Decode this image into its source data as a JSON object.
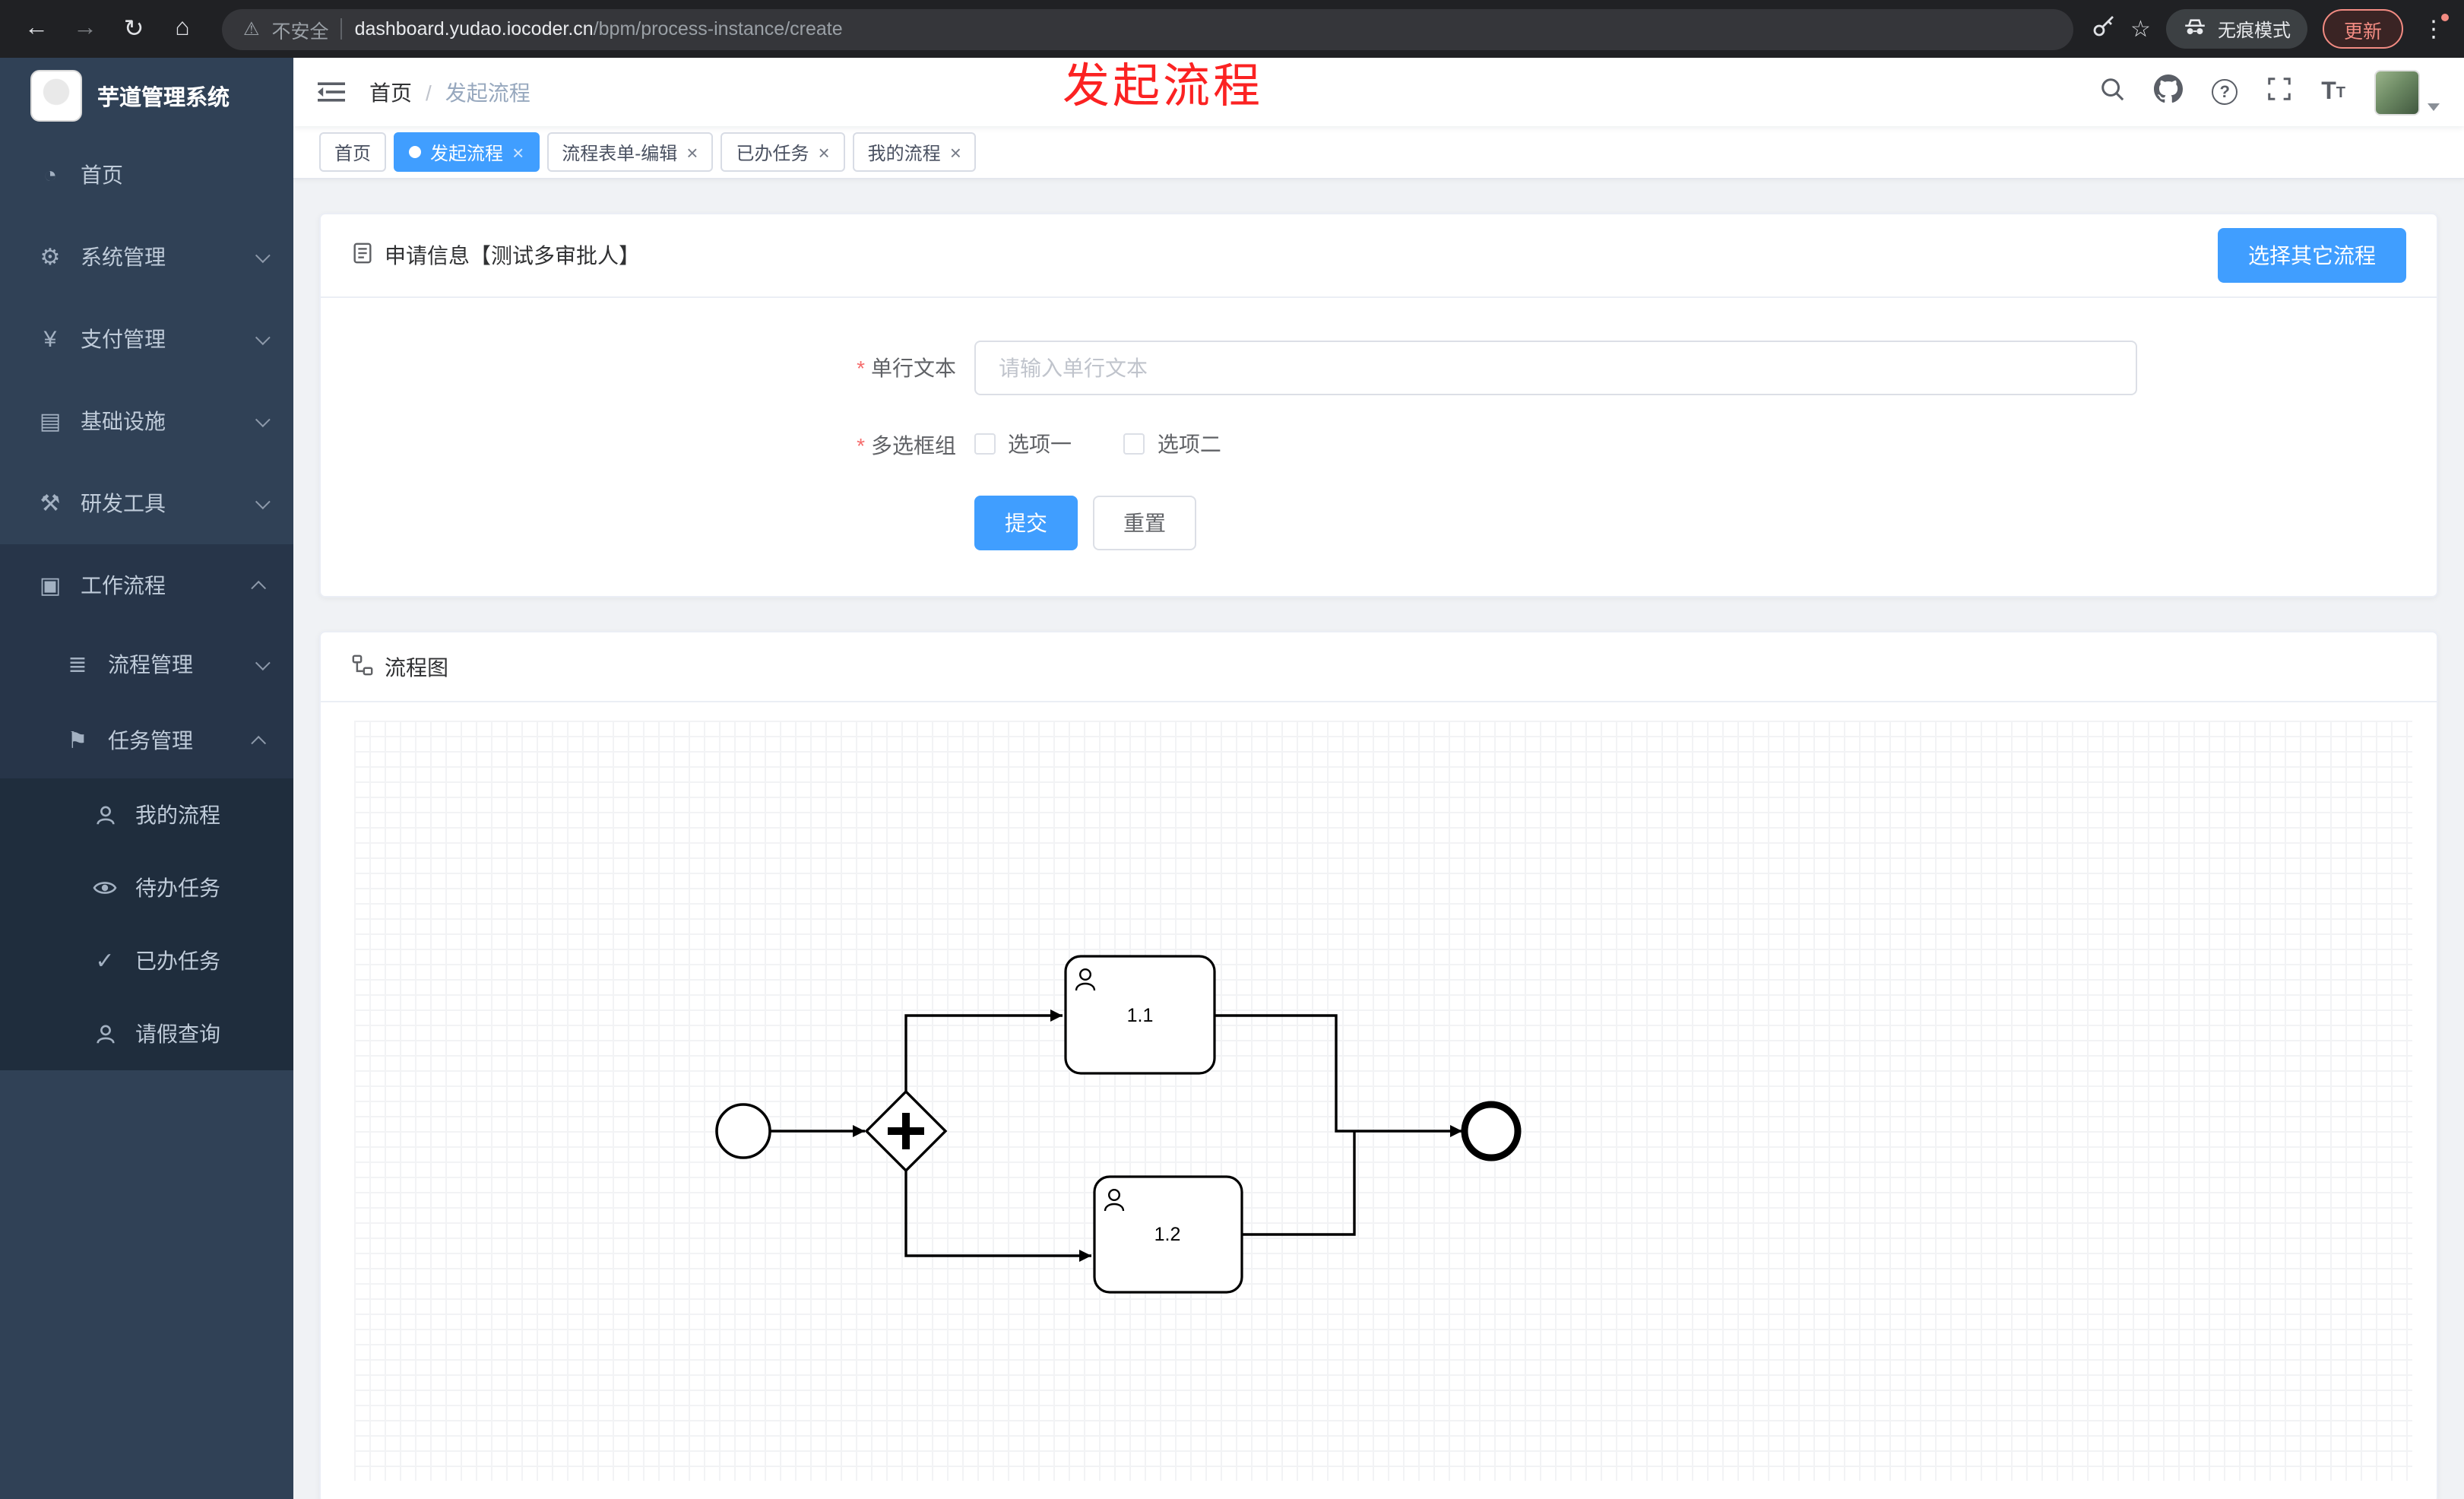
{
  "browser": {
    "security_label": "不安全",
    "url_domain": "dashboard.yudao.iocoder.cn",
    "url_path": "/bpm/process-instance/create",
    "incognito_label": "无痕模式",
    "update_label": "更新"
  },
  "annotation": {
    "text": "发起流程"
  },
  "app": {
    "title": "芋道管理系统"
  },
  "sidebar": {
    "items": [
      {
        "label": "首页"
      },
      {
        "label": "系统管理"
      },
      {
        "label": "支付管理"
      },
      {
        "label": "基础设施"
      },
      {
        "label": "研发工具"
      },
      {
        "label": "工作流程"
      },
      {
        "label": "流程管理"
      },
      {
        "label": "任务管理"
      },
      {
        "label": "我的流程"
      },
      {
        "label": "待办任务"
      },
      {
        "label": "已办任务"
      },
      {
        "label": "请假查询"
      }
    ]
  },
  "breadcrumb": {
    "items": [
      "首页",
      "发起流程"
    ]
  },
  "tags": [
    {
      "label": "首页"
    },
    {
      "label": "发起流程"
    },
    {
      "label": "流程表单-编辑"
    },
    {
      "label": "已办任务"
    },
    {
      "label": "我的流程"
    }
  ],
  "form_card": {
    "title": "申请信息【测试多审批人】",
    "choose_other_button": "选择其它流程",
    "required_mark": "*",
    "single_line_label": "单行文本",
    "single_line_placeholder": "请输入单行文本",
    "checkbox_label": "多选框组",
    "checkbox_options": [
      "选项一",
      "选项二"
    ],
    "submit_label": "提交",
    "reset_label": "重置"
  },
  "diagram_card": {
    "title": "流程图",
    "task1_label": "1.1",
    "task2_label": "1.2"
  },
  "icons": {
    "back": "←",
    "forward": "→",
    "reload": "↻",
    "home": "⌂",
    "warning": "⚠",
    "star": "☆",
    "dots": "⋮",
    "question": "?",
    "close": "×",
    "breadcrumb_sep": "/",
    "dashboard": "◔",
    "gear": "⚙",
    "yen": "¥",
    "infra": "▤",
    "tools": "⚒",
    "workflow": "▣",
    "list": "≣",
    "flag": "⚑",
    "check": "✓",
    "font_large": "T",
    "font_small": "T"
  }
}
